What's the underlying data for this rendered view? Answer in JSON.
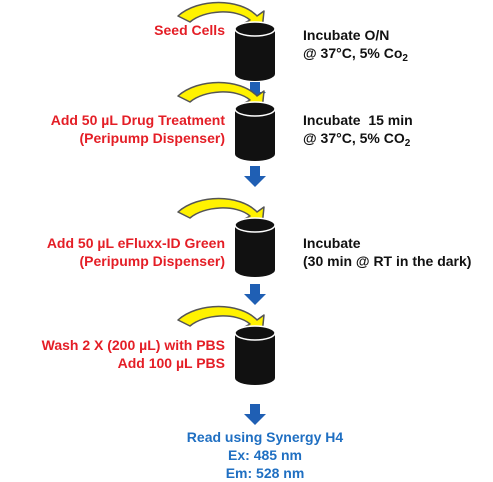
{
  "colors": {
    "step_text": "#e41e26",
    "condition_text": "#111111",
    "readout_text": "#1f6fc2",
    "curved_arrow_fill": "#fff200",
    "curved_arrow_stroke": "#555555",
    "down_arrow": "#1f5fb4",
    "cylinder": "#111111"
  },
  "icons": {
    "curved_arrow": "yellow-curved-arrow-icon",
    "well": "black-cylinder-well-icon",
    "down_arrow": "blue-down-arrow-icon"
  },
  "steps": [
    {
      "action": [
        "Seed Cells"
      ],
      "condition_line1": "Incubate O/N",
      "condition_line2_pre": "@ 37°C, 5% Co",
      "condition_line2_sub": "2"
    },
    {
      "action": [
        "Add 50 µL Drug Treatment",
        "(Peripump Dispenser)"
      ],
      "condition_line1": "Incubate  15 min",
      "condition_line2_pre": "@ 37°C, 5% CO",
      "condition_line2_sub": "2"
    },
    {
      "action": [
        "Add 50 µL eFluxx-ID Green",
        "(Peripump Dispenser)"
      ],
      "condition_line1": "Incubate",
      "condition_line2_pre": "(30 min @ RT in the dark)",
      "condition_line2_sub": ""
    },
    {
      "action": [
        "Wash 2 X (200 µL) with PBS",
        "Add 100 µL PBS"
      ],
      "condition_line1": "",
      "condition_line2_pre": "",
      "condition_line2_sub": ""
    }
  ],
  "readout": {
    "line1": "Read using Synergy H4",
    "line2": "Ex: 485 nm",
    "line3": "Em: 528 nm"
  }
}
